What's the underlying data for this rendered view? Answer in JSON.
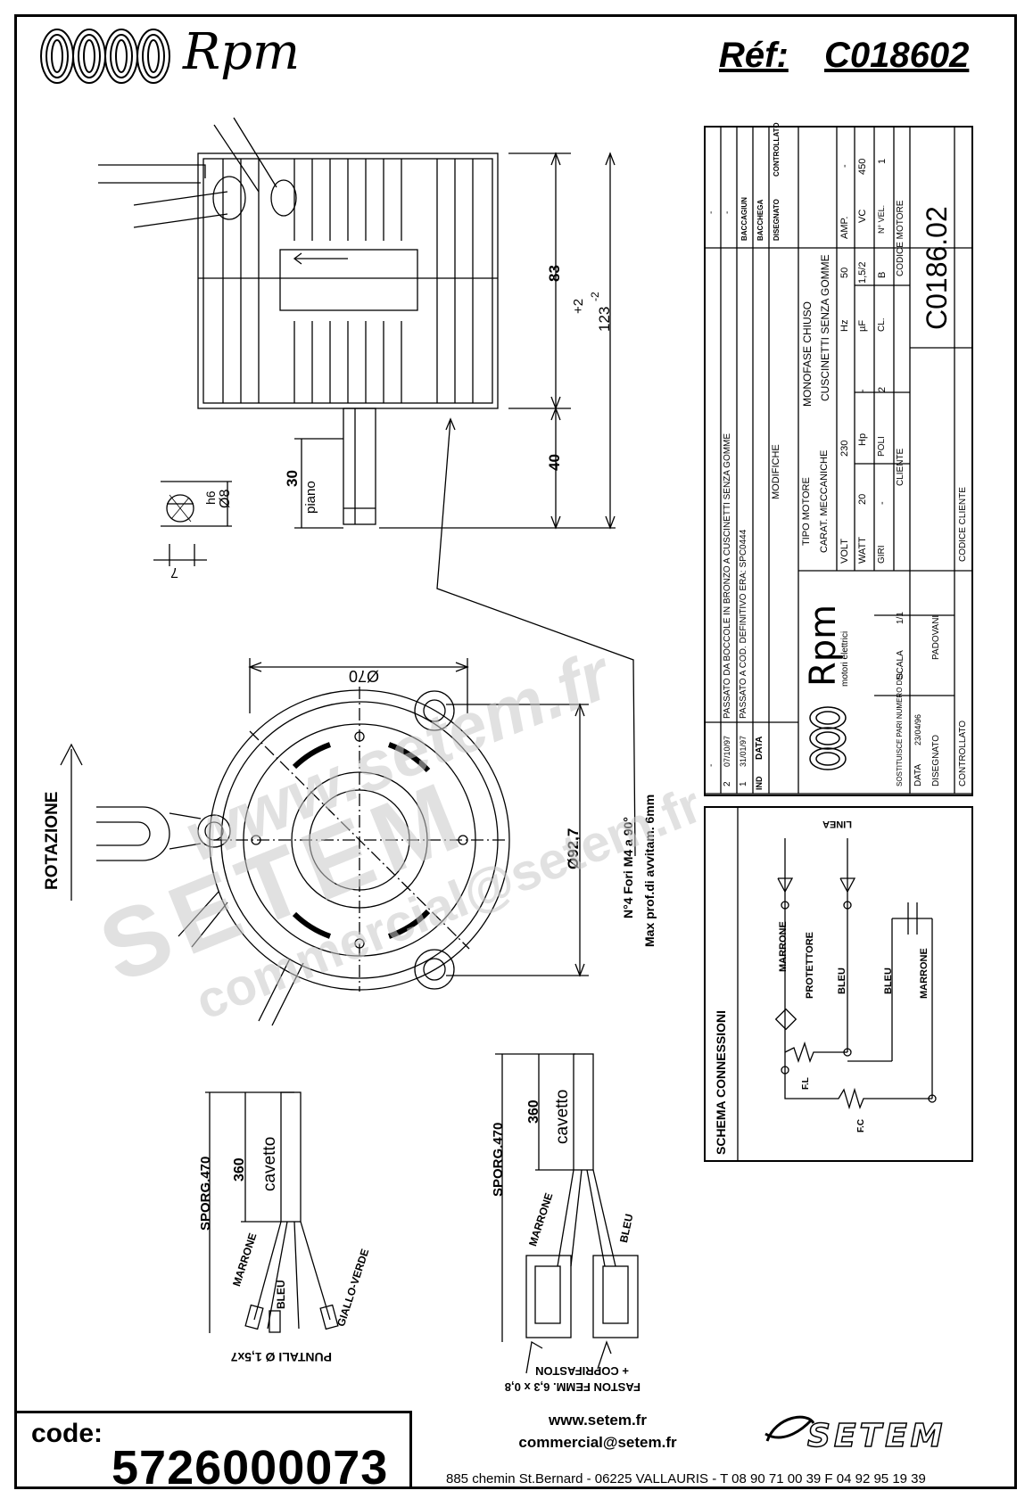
{
  "header": {
    "logo_text": "Rpm",
    "ref_label": "Réf:",
    "ref_value": "C018602"
  },
  "drawing": {
    "dim_83": "83",
    "dim_40": "40",
    "dim_tol": "+2",
    "dim_123": "123",
    "dim_123_sup": "-2",
    "dim_30": "30",
    "piano": "piano",
    "h6": "h6",
    "d8": "Ø8",
    "seven": "7",
    "d70": "Ø70",
    "d92": "Ø92,7",
    "rotazione": "ROTAZIONE",
    "fori": "N°4 Fori M4 a 90°",
    "max_prof": "Max prof.di avvitam. 6mm"
  },
  "cable_left": {
    "sporg": "SPORG.470",
    "len360": "360",
    "cavetto": "cavetto",
    "marrone": "MARRONE",
    "bleu": "BLEU",
    "giallo": "GIALLO-VERDE",
    "puntali": "PUNTALI Ø 1,5x7"
  },
  "cable_right": {
    "sporg": "SPORG.470",
    "len360": "360",
    "cavetto": "cavetto",
    "marrone": "MARRONE",
    "bleu": "BLEU",
    "faston1": "+ COPRIFASTON",
    "faston2": "FASTON FEMM. 6,3 x 0,8"
  },
  "title_block": {
    "ind": "IND",
    "data": "DATA",
    "modifiche": "MODIFICHE",
    "rev2_ind": "2",
    "rev2_date": "07/10/97",
    "rev2_text": "PASSATO DA BOCCOLE IN BRONZO A CUSCINETTI SENZA GOMME",
    "rev1_ind": "1",
    "rev1_date": "31/01/97",
    "rev1_text": "PASSATO A COD. DEFINITIVO ERA: SPC0444",
    "dash": "-",
    "baccagiun": "BACCAGIUN",
    "baccarega": "BACCHEGA",
    "disegnato": "DISEGNATO",
    "controllato": "CONTROLLATO",
    "logo": "Rpm",
    "logo_sub": "motori elettrici",
    "tipo_motore": "TIPO MOTORE",
    "tipo_val": "MONOFASE CHIUSO",
    "carat": "CARAT. MECCANICHE",
    "carat_val": "CUSCINETTI SENZA GOMME",
    "volt": "VOLT",
    "volt_v": "230",
    "hz": "Hz",
    "hz_v": "50",
    "amp": "AMP.",
    "amp_v": "-",
    "watt": "WATT",
    "watt_v": "20",
    "hp": "Hp",
    "hp_v": "-",
    "uf": "µF",
    "uf_v": "1,5/2",
    "vc": "VC",
    "vc_v": "450",
    "giri": "GIRI",
    "giri_v": "-",
    "poli": "POLI",
    "poli_v": "2",
    "cl": "CL.",
    "cl_v": "B",
    "nvel": "N° VEL.",
    "nvel_v": "1",
    "codice_motore": "CODICE MOTORE",
    "codice_val": "C0186.02",
    "cliente": "CLIENTE",
    "codice_cliente": "CODICE CLIENTE",
    "sostituisce": "SOSTITUISCE PARI NUMERO DEL",
    "scala": "SCALA",
    "scala_v": "1/1",
    "data2": "DATA",
    "data2_v": "23/04/96",
    "disegnato2": "DISEGNATO",
    "disegnato2_v": "PADOVANI",
    "controllato2": "CONTROLLATO"
  },
  "schema": {
    "title": "SCHEMA CONNESSIONI",
    "linea": "LINEA",
    "marrone": "MARRONE",
    "protettore": "PROTETTORE",
    "bleu": "BLEU",
    "bleu2": "BLEU",
    "marrone2": "MARRONE",
    "fl": "F.L",
    "fc": "F.C"
  },
  "footer": {
    "code_label": "code:",
    "code_value": "5726000073",
    "web": "www.setem.fr",
    "email": "commercial@setem.fr",
    "address": "885 chemin St.Bernard  -  06225 VALLAURIS  -  T 08 90 71 00 39  F 04 92 95 19 39",
    "setem_logo": "SETEM"
  },
  "watermark": {
    "line1": "www.setem.fr",
    "line2": "SETEM",
    "line3": "commercial@setem.fr"
  }
}
